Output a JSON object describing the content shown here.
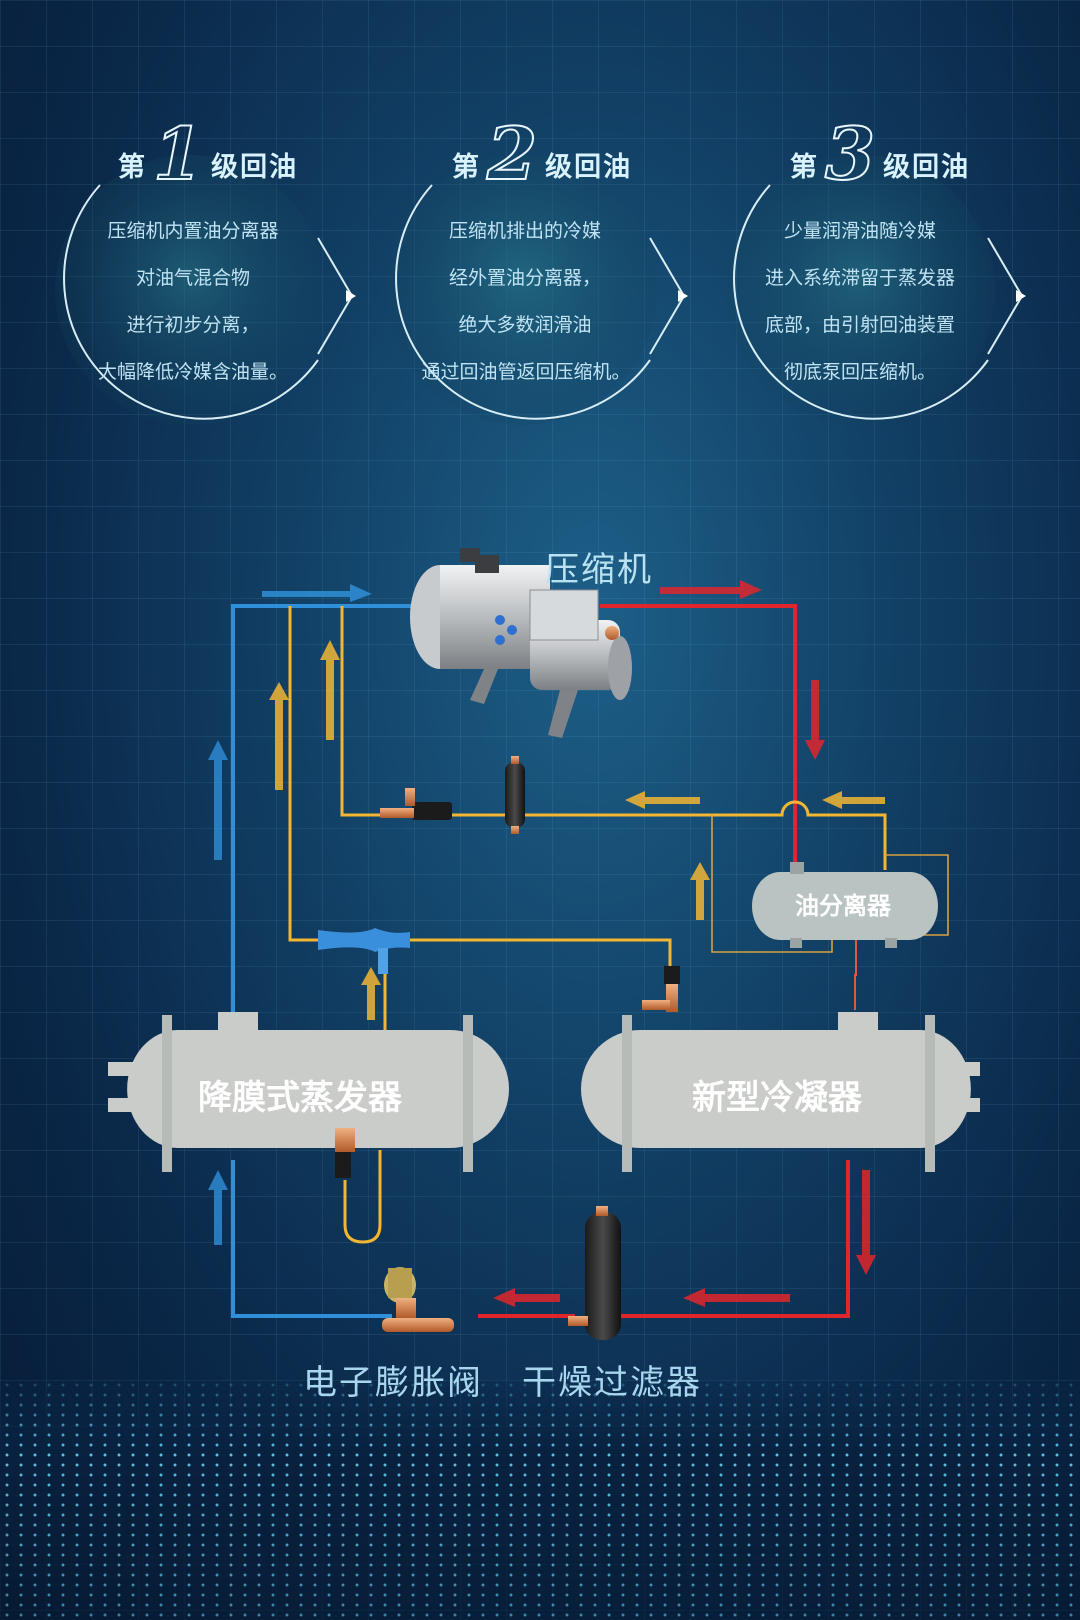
{
  "stages": [
    {
      "prefix": "第",
      "number": "1",
      "suffix": "级回油",
      "lines": [
        "压缩机内置油分离器",
        "对油气混合物",
        "进行初步分离，",
        "大幅降低冷媒含油量。"
      ]
    },
    {
      "prefix": "第",
      "number": "2",
      "suffix": "级回油",
      "lines": [
        "压缩机排出的冷媒",
        "经外置油分离器，",
        "绝大多数润滑油",
        "通过回油管返回压缩机。"
      ]
    },
    {
      "prefix": "第",
      "number": "3",
      "suffix": "级回油",
      "lines": [
        "少量润滑油随冷媒",
        "进入系统滞留于蒸发器",
        "底部，由引射回油装置",
        "彻底泵回压缩机。"
      ]
    }
  ],
  "components": {
    "compressor": "压缩机",
    "oil_separator": "油分离器",
    "evaporator": "降膜式蒸发器",
    "condenser": "新型冷凝器",
    "expansion_valve": "电子膨胀阀",
    "dryer_filter": "干燥过滤器"
  },
  "colors": {
    "suction_line": "#2f8fd8",
    "discharge_line": "#e0262c",
    "oil_return_line": "#f2b632",
    "tank_body": "#c9ccc9",
    "accent_text": "#d9f2ff"
  },
  "icons": [
    "compressor-icon",
    "filter-drier-icon",
    "solenoid-valve-icon",
    "ejector-icon",
    "expansion-valve-icon"
  ]
}
